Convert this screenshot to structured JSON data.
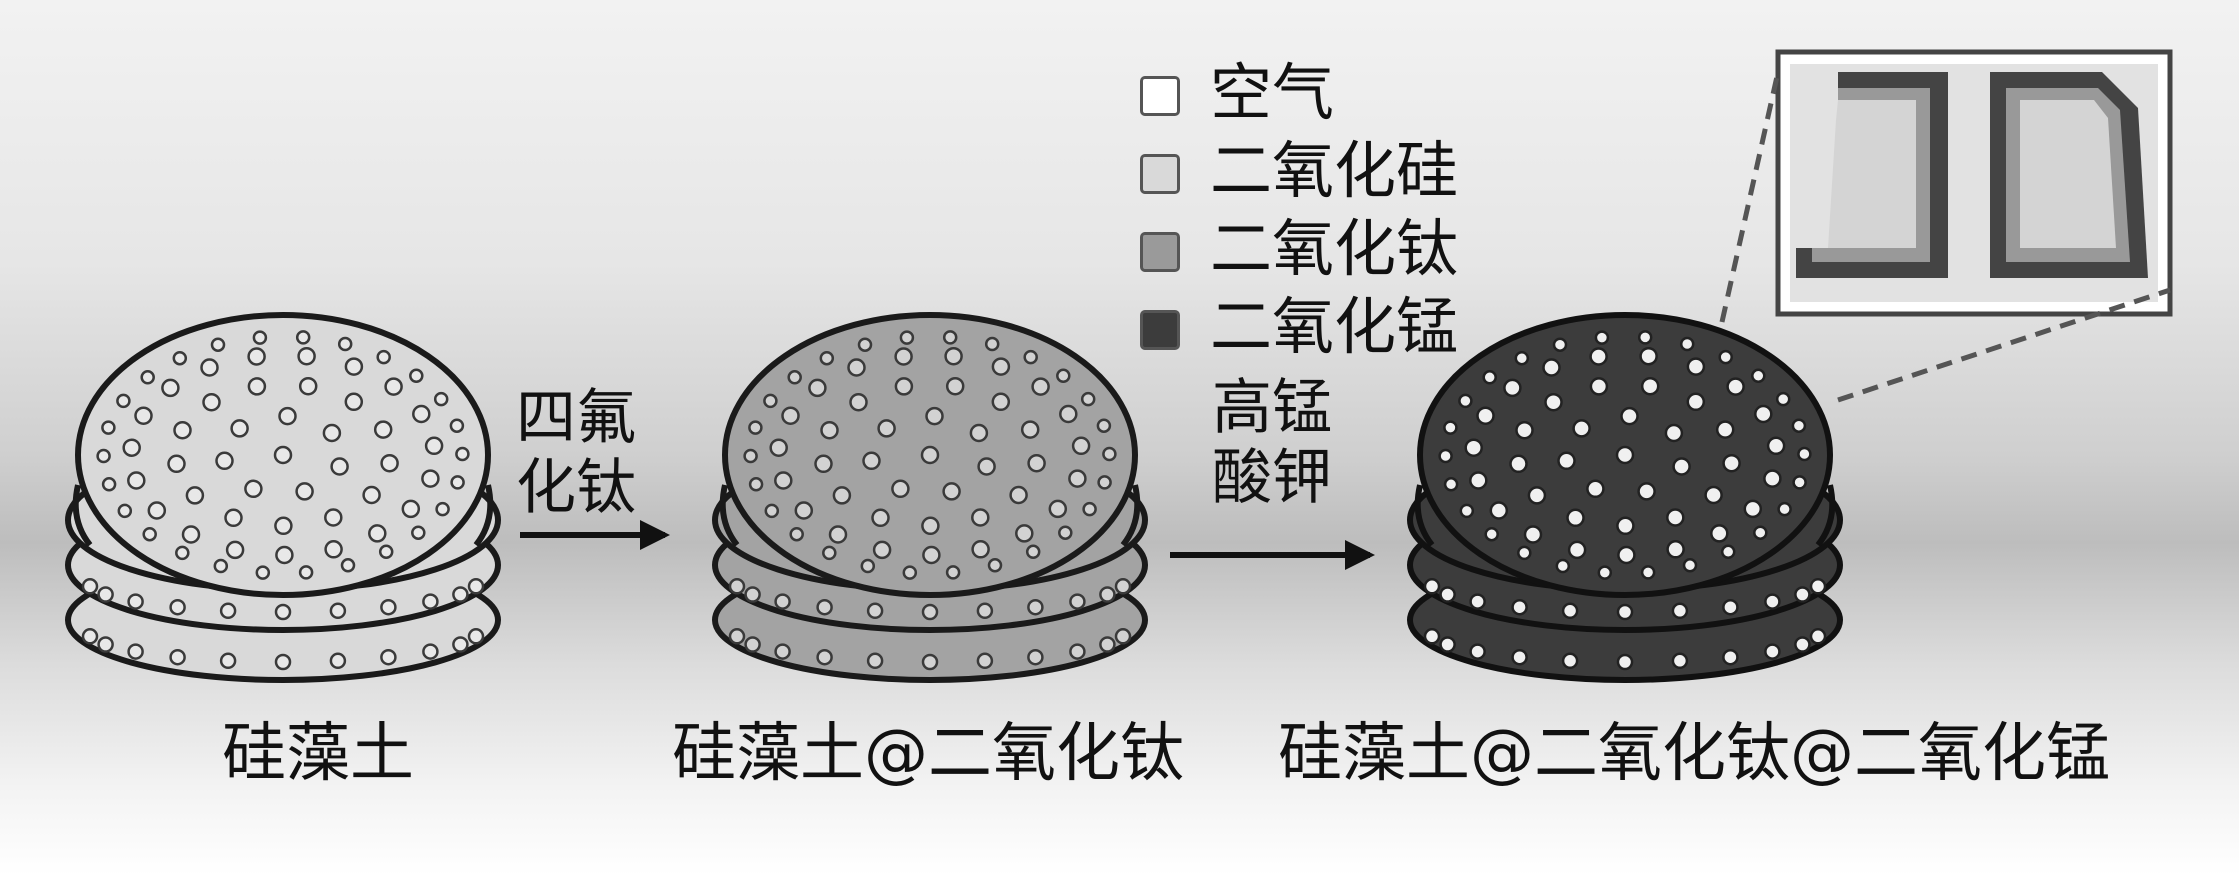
{
  "arrows": {
    "first": {
      "line1": "四氟",
      "line2": "化钛"
    },
    "second": {
      "line1": "高锰",
      "line2": "酸钾"
    }
  },
  "captions": {
    "stage1": "硅藻土",
    "stage2": "硅藻土@二氧化钛",
    "stage3": "硅藻土@二氧化钛@二氧化锰"
  },
  "legend": [
    {
      "label": "空气",
      "color": "#ffffff"
    },
    {
      "label": "二氧化硅",
      "color": "#d9d9d9"
    },
    {
      "label": "二氧化钛",
      "color": "#9a9a9a"
    },
    {
      "label": "二氧化锰",
      "color": "#3c3c3c"
    }
  ],
  "colors": {
    "outline": "#1a1a1a",
    "pore_light": "#e8e8e8",
    "pore_dark": "#f0f0f0",
    "disc1": "#d9d9d9",
    "disc2": "#a3a3a3",
    "disc3": "#3c3c3c"
  }
}
